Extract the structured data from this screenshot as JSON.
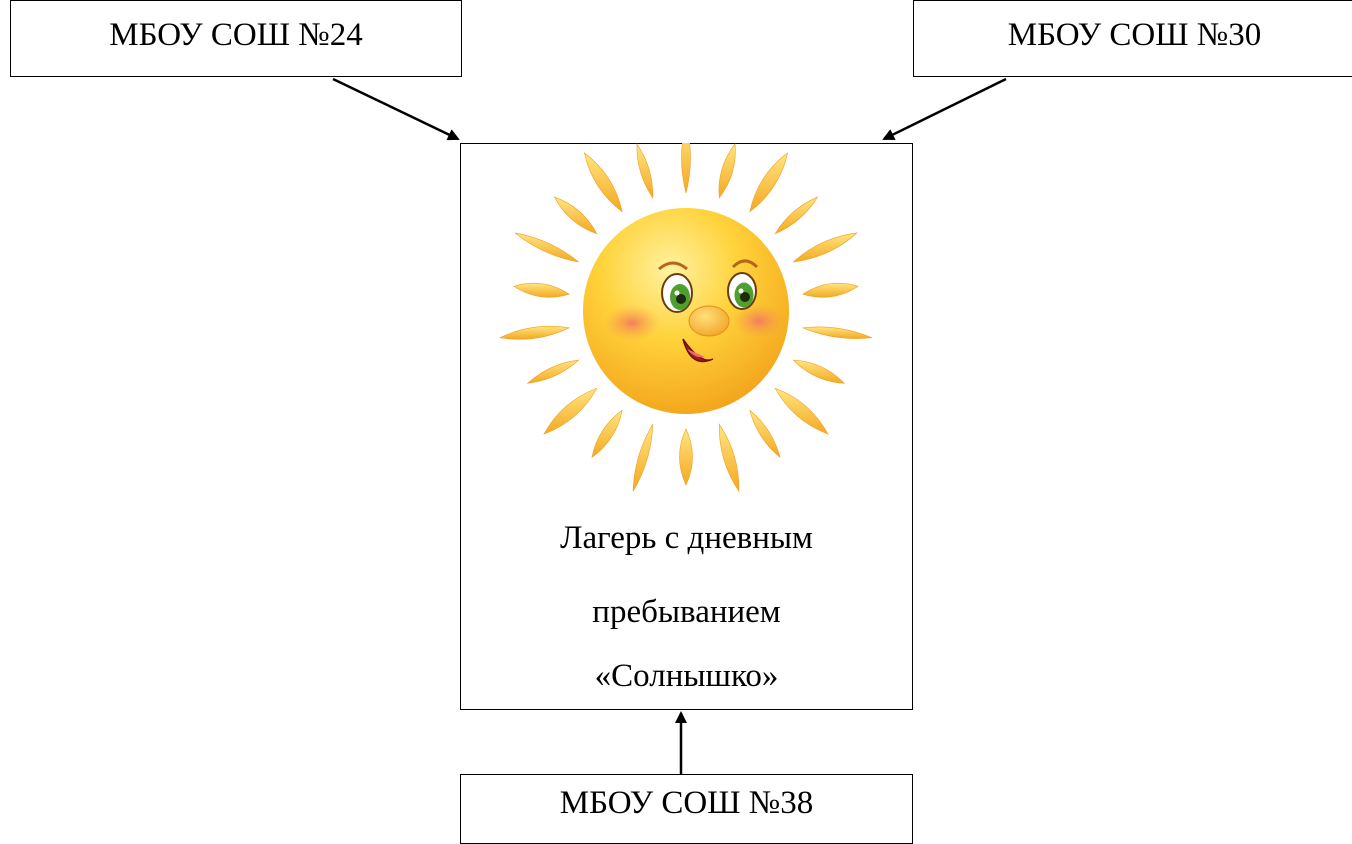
{
  "schools": {
    "top_left": "МБОУ СОШ №24",
    "top_right": "МБОУ СОШ №30",
    "bottom": "МБОУ СОШ №38"
  },
  "camp": {
    "line1": "Лагерь с дневным",
    "line2": "пребыванием",
    "line3": "«Солнышко»"
  },
  "colors": {
    "line": "#000000",
    "sun_body": "#f7b324",
    "sun_highlight": "#ffe680",
    "ray": "#f9b52d",
    "cheek": "#f4876a",
    "eye_iris": "#5aa83a"
  },
  "icons": {
    "sun": "smiling-sun-icon"
  }
}
